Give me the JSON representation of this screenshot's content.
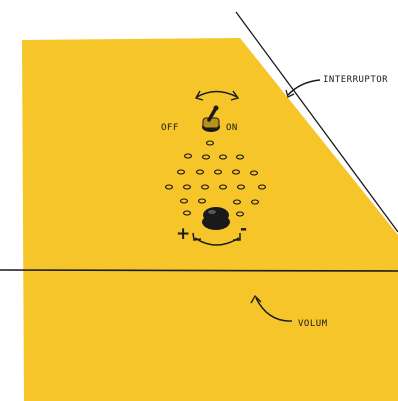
{
  "colors": {
    "panel": "#f6c52a",
    "ink": "#1a1a1a",
    "background": "#ffffff",
    "toggle_metal": "#b8901c"
  },
  "labels": {
    "off": "OFF",
    "on": "ON",
    "interruptor": "INTERRUPTOR",
    "volum": "VOLUM",
    "plus": "+",
    "minus": "-"
  },
  "icons": {
    "toggle": "toggle-switch-icon",
    "knob": "volume-knob-icon",
    "speaker_holes": "speaker-grille-icon"
  }
}
